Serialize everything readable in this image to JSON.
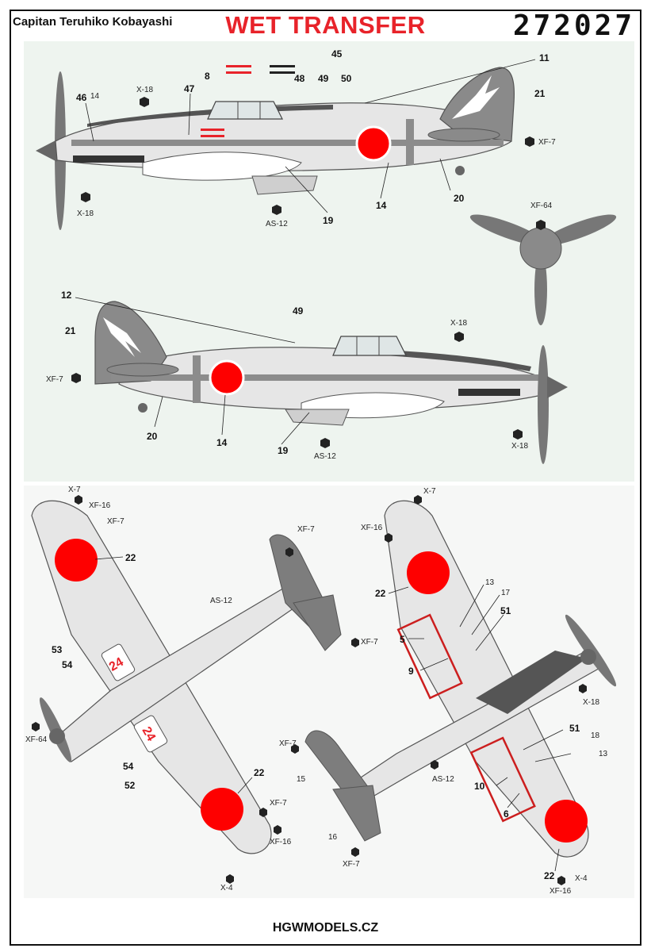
{
  "header": {
    "pilot": "Capitan Teruhiko Kobayashi",
    "title": "WET TRANSFER",
    "code": "272027"
  },
  "footer": {
    "brand": "HGWMODELS.CZ"
  },
  "colors": {
    "accent_red": "#e8232a",
    "hinomaru_red": "#fe0000",
    "aircraft_silver": "#e6e6e6",
    "tail_dark_grey": "#7d7d7d",
    "panel_bg": "#eef4ef",
    "fuselage_band": "#8c8c8c"
  },
  "callouts": {
    "top_view": {
      "n45": "45",
      "n46": "46",
      "n14a": "14",
      "n47": "47",
      "n8": "8",
      "n48": "48",
      "n49": "49",
      "n50": "50",
      "n11": "11",
      "n21": "21",
      "n14": "14",
      "n19": "19",
      "n20": "20",
      "x18a": "X-18",
      "x18b": "X-18",
      "as12": "AS-12",
      "xf7": "XF-7",
      "xf64": "XF-64"
    },
    "second_view": {
      "n12": "12",
      "n49": "49",
      "n21": "21",
      "n14": "14",
      "n19": "19",
      "n20": "20",
      "x18a": "X-18",
      "x18b": "X-18",
      "xf7": "XF-7",
      "as12": "AS-12"
    },
    "underside": {
      "n22a": "22",
      "n22b": "22",
      "n53": "53",
      "n54a": "54",
      "n54b": "54",
      "n52": "52",
      "tail_code": "24",
      "x7": "X-7",
      "xf16a": "XF-16",
      "xf7a": "XF-7",
      "xf7b": "XF-7",
      "as12": "AS-12",
      "xf7c": "XF-7",
      "xf64": "XF-64",
      "xf7d": "XF-7",
      "xf16b": "XF-16",
      "x4": "X-4"
    },
    "upperside": {
      "n22a": "22",
      "n22b": "22",
      "n5": "5",
      "n9": "9",
      "n13a": "13",
      "n17": "17",
      "n51a": "51",
      "n51b": "51",
      "n18": "18",
      "n13b": "13",
      "n10": "10",
      "n6": "6",
      "n15": "15",
      "n16": "16",
      "x7": "X-7",
      "xf16a": "XF-16",
      "x18": "X-18",
      "xf7a": "XF-7",
      "as12": "AS-12",
      "xf7b": "XF-7",
      "xf16b": "XF-16",
      "x4": "X-4"
    }
  }
}
